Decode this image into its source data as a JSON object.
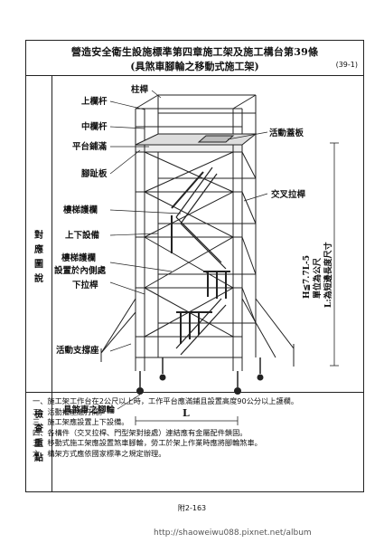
{
  "header": {
    "title": "營造安全衛生設施標準第四章施工架及施工構台第39條",
    "subtitle": "(具煞車腳輪之移動式施工架)",
    "code": "(39-1)"
  },
  "side_labels": {
    "diagram": [
      "對",
      "應",
      "圖",
      "說"
    ],
    "checkpoints": [
      "檢",
      "查",
      "重",
      "點"
    ]
  },
  "diagram_labels": {
    "post": "柱桿",
    "upper_rail": "上欄杆",
    "mid_rail": "中欄杆",
    "platform": "平台鋪滿",
    "toe_board": "腳趾板",
    "stair_guard": "樓梯護欄",
    "access": "上下設備",
    "stair_guard_inner_1": "樓梯護欄",
    "stair_guard_inner_2": "設置於內側處",
    "bottom_brace": "下拉桿",
    "outrigger": "活動支撐座",
    "caster": "具煞車之腳輪",
    "hatch": "活動蓋板",
    "cross_brace": "交叉拉桿",
    "width": "L",
    "height_formula": "H≦7.7L-5",
    "height_unit": "單位為公尺",
    "width_note": "L:為短邊長度尺寸"
  },
  "notes": [
    "一、施工架工作台在2公尺以上時，工作平台應滿鋪且設置高度90公分以上護欄。",
    "二、活動擋座應打開。",
    "三、施工架應設置上下設備。",
    "四、各構件（交叉拉桿、門型架對接處）連結應有金屬配件鎖固。",
    "五、移動式施工架應設置煞車腳輪，勞工於架上作業時應將腳輪煞車。",
    "六、構架方式應依國家標準之規定辦理。"
  ],
  "footer": {
    "page": "附2-163",
    "watermark": "http://shaoweiwu088.pixnet.net/album"
  }
}
